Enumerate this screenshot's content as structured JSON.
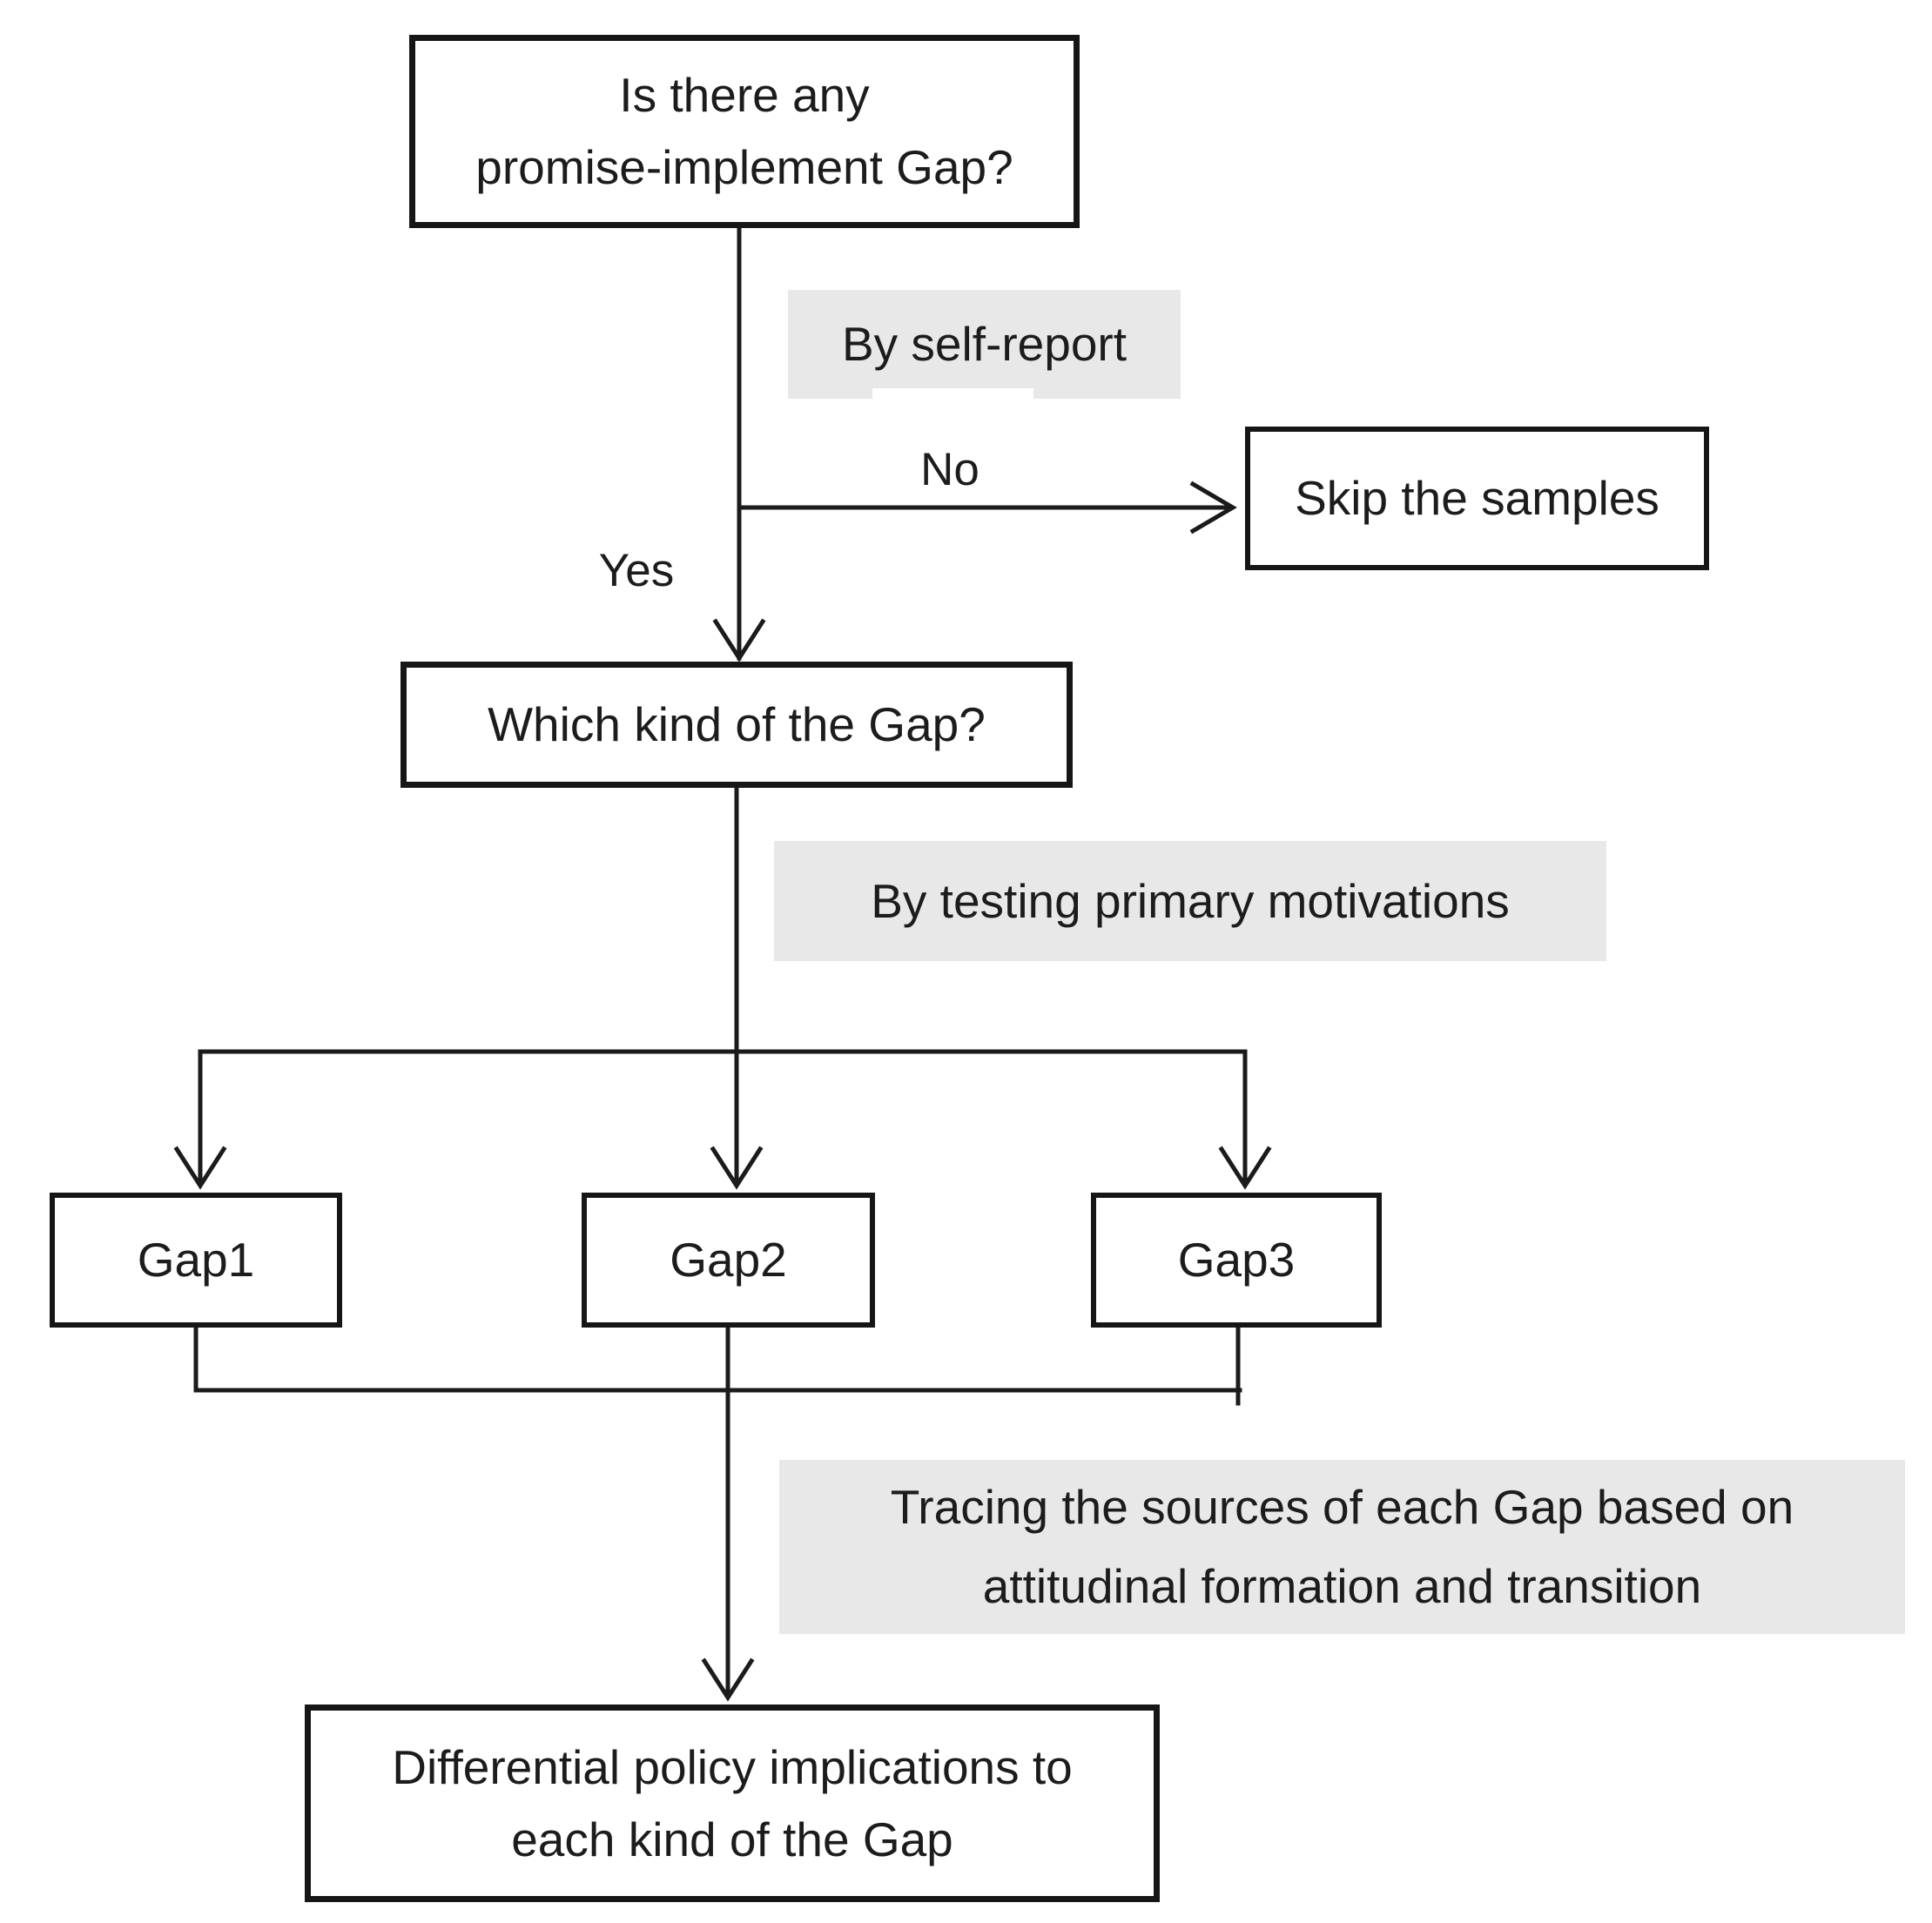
{
  "colors": {
    "canvas_bg": "#ffffff",
    "border": "#161616",
    "line": "#1b1b1b",
    "text": "#1c1c1c",
    "label_bg": "#e8e8e8"
  },
  "nodes": {
    "promise": {
      "lines": [
        "Is there any",
        "promise-implement Gap?"
      ]
    },
    "skip": {
      "label": "Skip the samples"
    },
    "which": {
      "label": "Which kind of the Gap?"
    },
    "gap1": {
      "label": "Gap1"
    },
    "gap2": {
      "label": "Gap2"
    },
    "gap3": {
      "label": "Gap3"
    },
    "policy": {
      "lines": [
        "Differential policy implications to",
        "each kind of the Gap"
      ]
    }
  },
  "edge_labels": {
    "by_self_report": "By self-report",
    "no": "No",
    "yes": "Yes",
    "by_testing": "By testing primary motivations",
    "tracing_lines": [
      "Tracing the sources of each Gap based on",
      "attitudinal formation and transition"
    ]
  }
}
